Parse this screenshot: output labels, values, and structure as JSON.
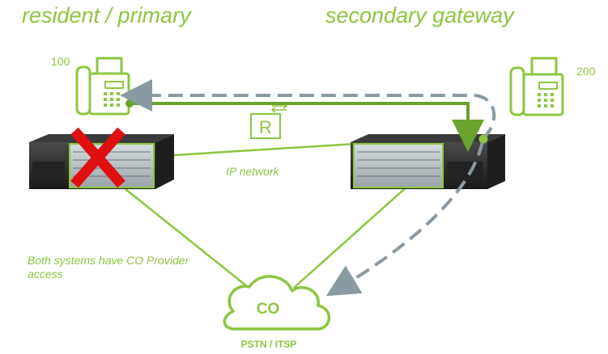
{
  "headings": {
    "left": "resident / primary",
    "right": "secondary gateway"
  },
  "extensions": {
    "left": "100",
    "right": "200"
  },
  "labels": {
    "ip_network": "IP network",
    "access_note": "Both systems have CO Provider access",
    "cloud": "CO",
    "cloud_caption": "PSTN / ITSP",
    "router_glyph": "R"
  },
  "colors": {
    "accent_green": "#8cc63f",
    "dark_green": "#6aa32e",
    "dashed_gray": "#8a9aa3",
    "failure_red": "#e01010",
    "chassis_dark": "#2b2b2b"
  },
  "state": {
    "primary_failed": true
  }
}
